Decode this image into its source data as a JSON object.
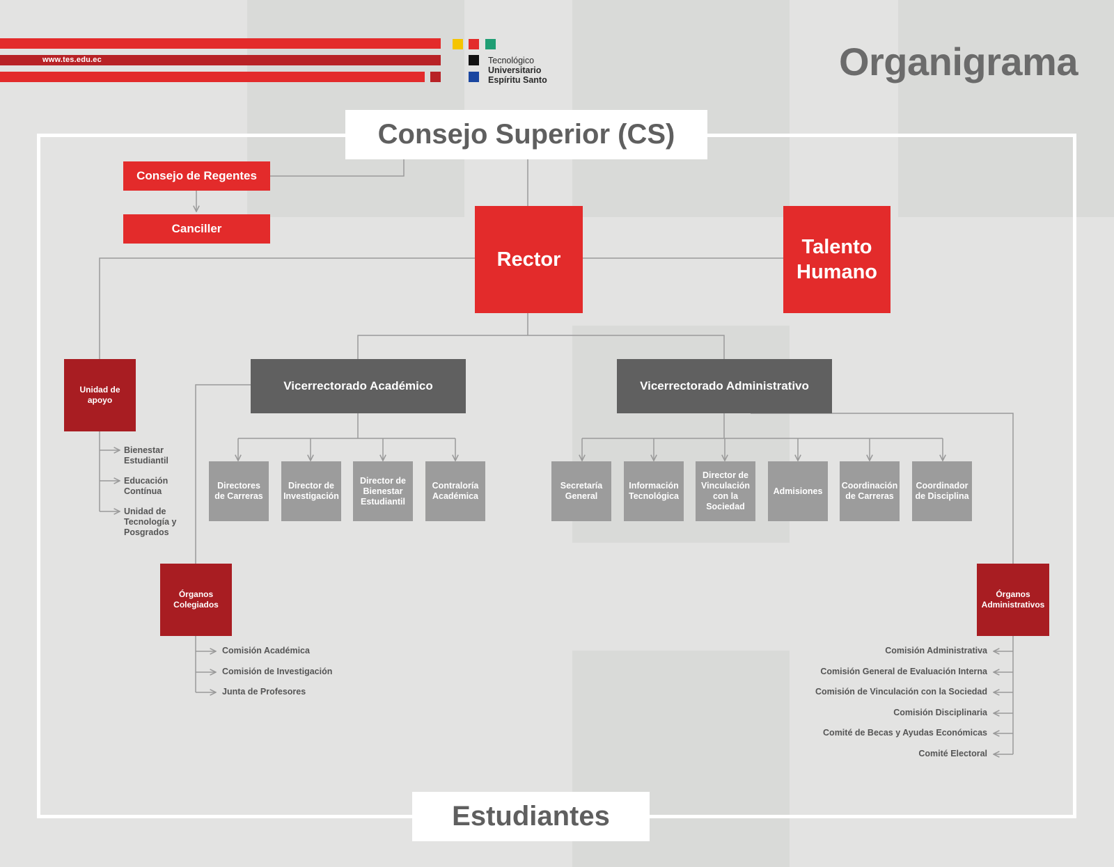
{
  "header": {
    "url": "www.tes.edu.ec",
    "logo_lines": [
      "Tecnológico",
      "Universitario",
      "Espíritu Santo"
    ],
    "title": "Organigrama"
  },
  "colors": {
    "red": "#e32b2b",
    "maroon": "#a81d22",
    "dark_grey": "#606060",
    "grey": "#9c9c9c",
    "logo_yellow": "#f5c400",
    "logo_red": "#e32b2b",
    "logo_green": "#1f9e74",
    "logo_black": "#111111",
    "logo_blue": "#1a46a0"
  },
  "chart": {
    "top_label": "Consejo Superior (CS)",
    "bottom_label": "Estudiantes",
    "consejo_regentes": "Consejo de Regentes",
    "canciller": "Canciller",
    "rector": "Rector",
    "talento_humano": "Talento Humano",
    "vicerrectorado_academico": "Vicerrectorado Académico",
    "vicerrectorado_administrativo": "Vicerrectorado Administrativo",
    "unidad_apoyo": "Unidad de apoyo",
    "organos_colegiados": "Órganos Colegiados",
    "organos_administrativos": "Órganos Administrativos",
    "academico_children": [
      "Directores de Carreras",
      "Director de Investigación",
      "Director de Bienestar Estudiantil",
      "Contraloría Académica"
    ],
    "administrativo_children": [
      "Secretaría General",
      "Información Tecnológica",
      "Director de Vinculación con la Sociedad",
      "Admisiones",
      "Coordinación de Carreras",
      "Coordinador de Disciplina"
    ],
    "apoyo_items": [
      "Bienestar Estudiantil",
      "Educación Contínua",
      "Unidad de Tecnología y Posgrados"
    ],
    "colegiados_items": [
      "Comisión Académica",
      "Comisión de Investigación",
      "Junta de Profesores"
    ],
    "administrativos_items": [
      "Comisión Administrativa",
      "Comisión General de Evaluación Interna",
      "Comisión de Vinculación con la Sociedad",
      "Comisión Disciplinaria",
      "Comité de Becas y Ayudas Económicas",
      "Comité Electoral"
    ]
  }
}
